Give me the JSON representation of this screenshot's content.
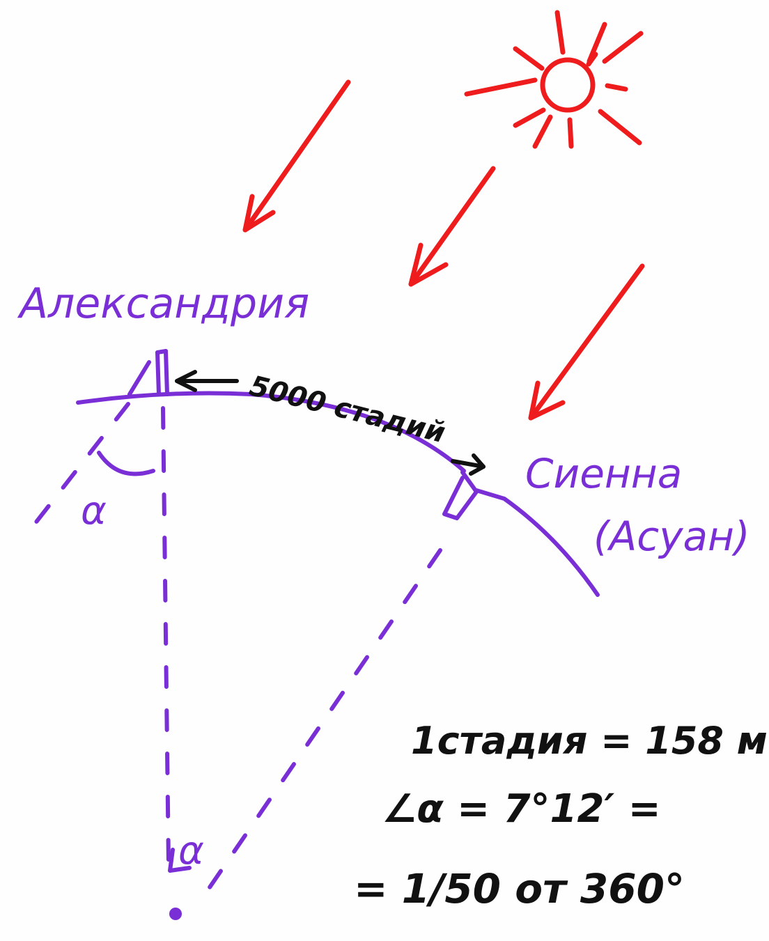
{
  "labels": {
    "alexandria": "Александрия",
    "distance": "5000 стадий",
    "sienna": "Сиенна",
    "aswan": "(Асуан)",
    "alpha_top": "α",
    "alpha_center": "α"
  },
  "formulas": {
    "line1": "1стадия = 158 м",
    "line2": "∠α = 7°12′ =",
    "line3": "= 1/50  от 360°"
  },
  "colors": {
    "sun_rays": "#ee1c1c",
    "geometry": "#7a2fd6",
    "notes": "#111111"
  },
  "icons": {
    "sun": "sun-icon",
    "ray_arrow": "arrow-down-left-icon"
  }
}
